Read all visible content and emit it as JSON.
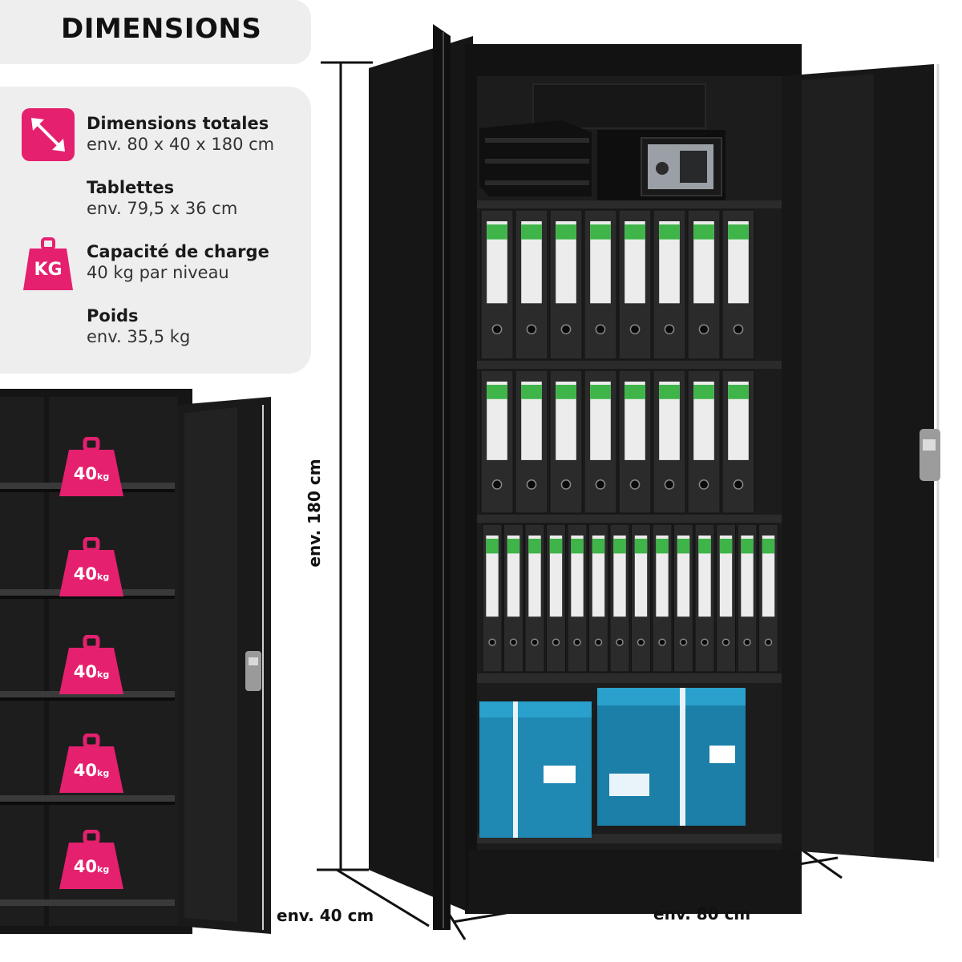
{
  "header": {
    "title": "DIMENSIONS"
  },
  "specs": [
    {
      "icon": "diagonal-arrow-icon",
      "label": "Dimensions totales",
      "value": "env. 80 x 40 x 180 cm"
    },
    {
      "icon": "",
      "label": "Tablettes",
      "value": "env. 79,5 x 36 cm"
    },
    {
      "icon": "kg-weight-icon",
      "icon_text": "KG",
      "label": "Capacité de charge",
      "value": "40 kg par niveau"
    },
    {
      "icon": "",
      "label": "Poids",
      "value": "env. 35,5 kg"
    }
  ],
  "measurements": {
    "height": "env. 180 cm",
    "depth": "env. 40 cm",
    "width": "env. 80 cm"
  },
  "shelf_loads": [
    {
      "value": "40",
      "unit": "kg"
    },
    {
      "value": "40",
      "unit": "kg"
    },
    {
      "value": "40",
      "unit": "kg"
    },
    {
      "value": "40",
      "unit": "kg"
    },
    {
      "value": "40",
      "unit": "kg"
    }
  ],
  "colors": {
    "accent": "#e5206e",
    "panel": "#efeeee",
    "cabinet": "#1b1b1b",
    "box": "#1f88b3"
  }
}
